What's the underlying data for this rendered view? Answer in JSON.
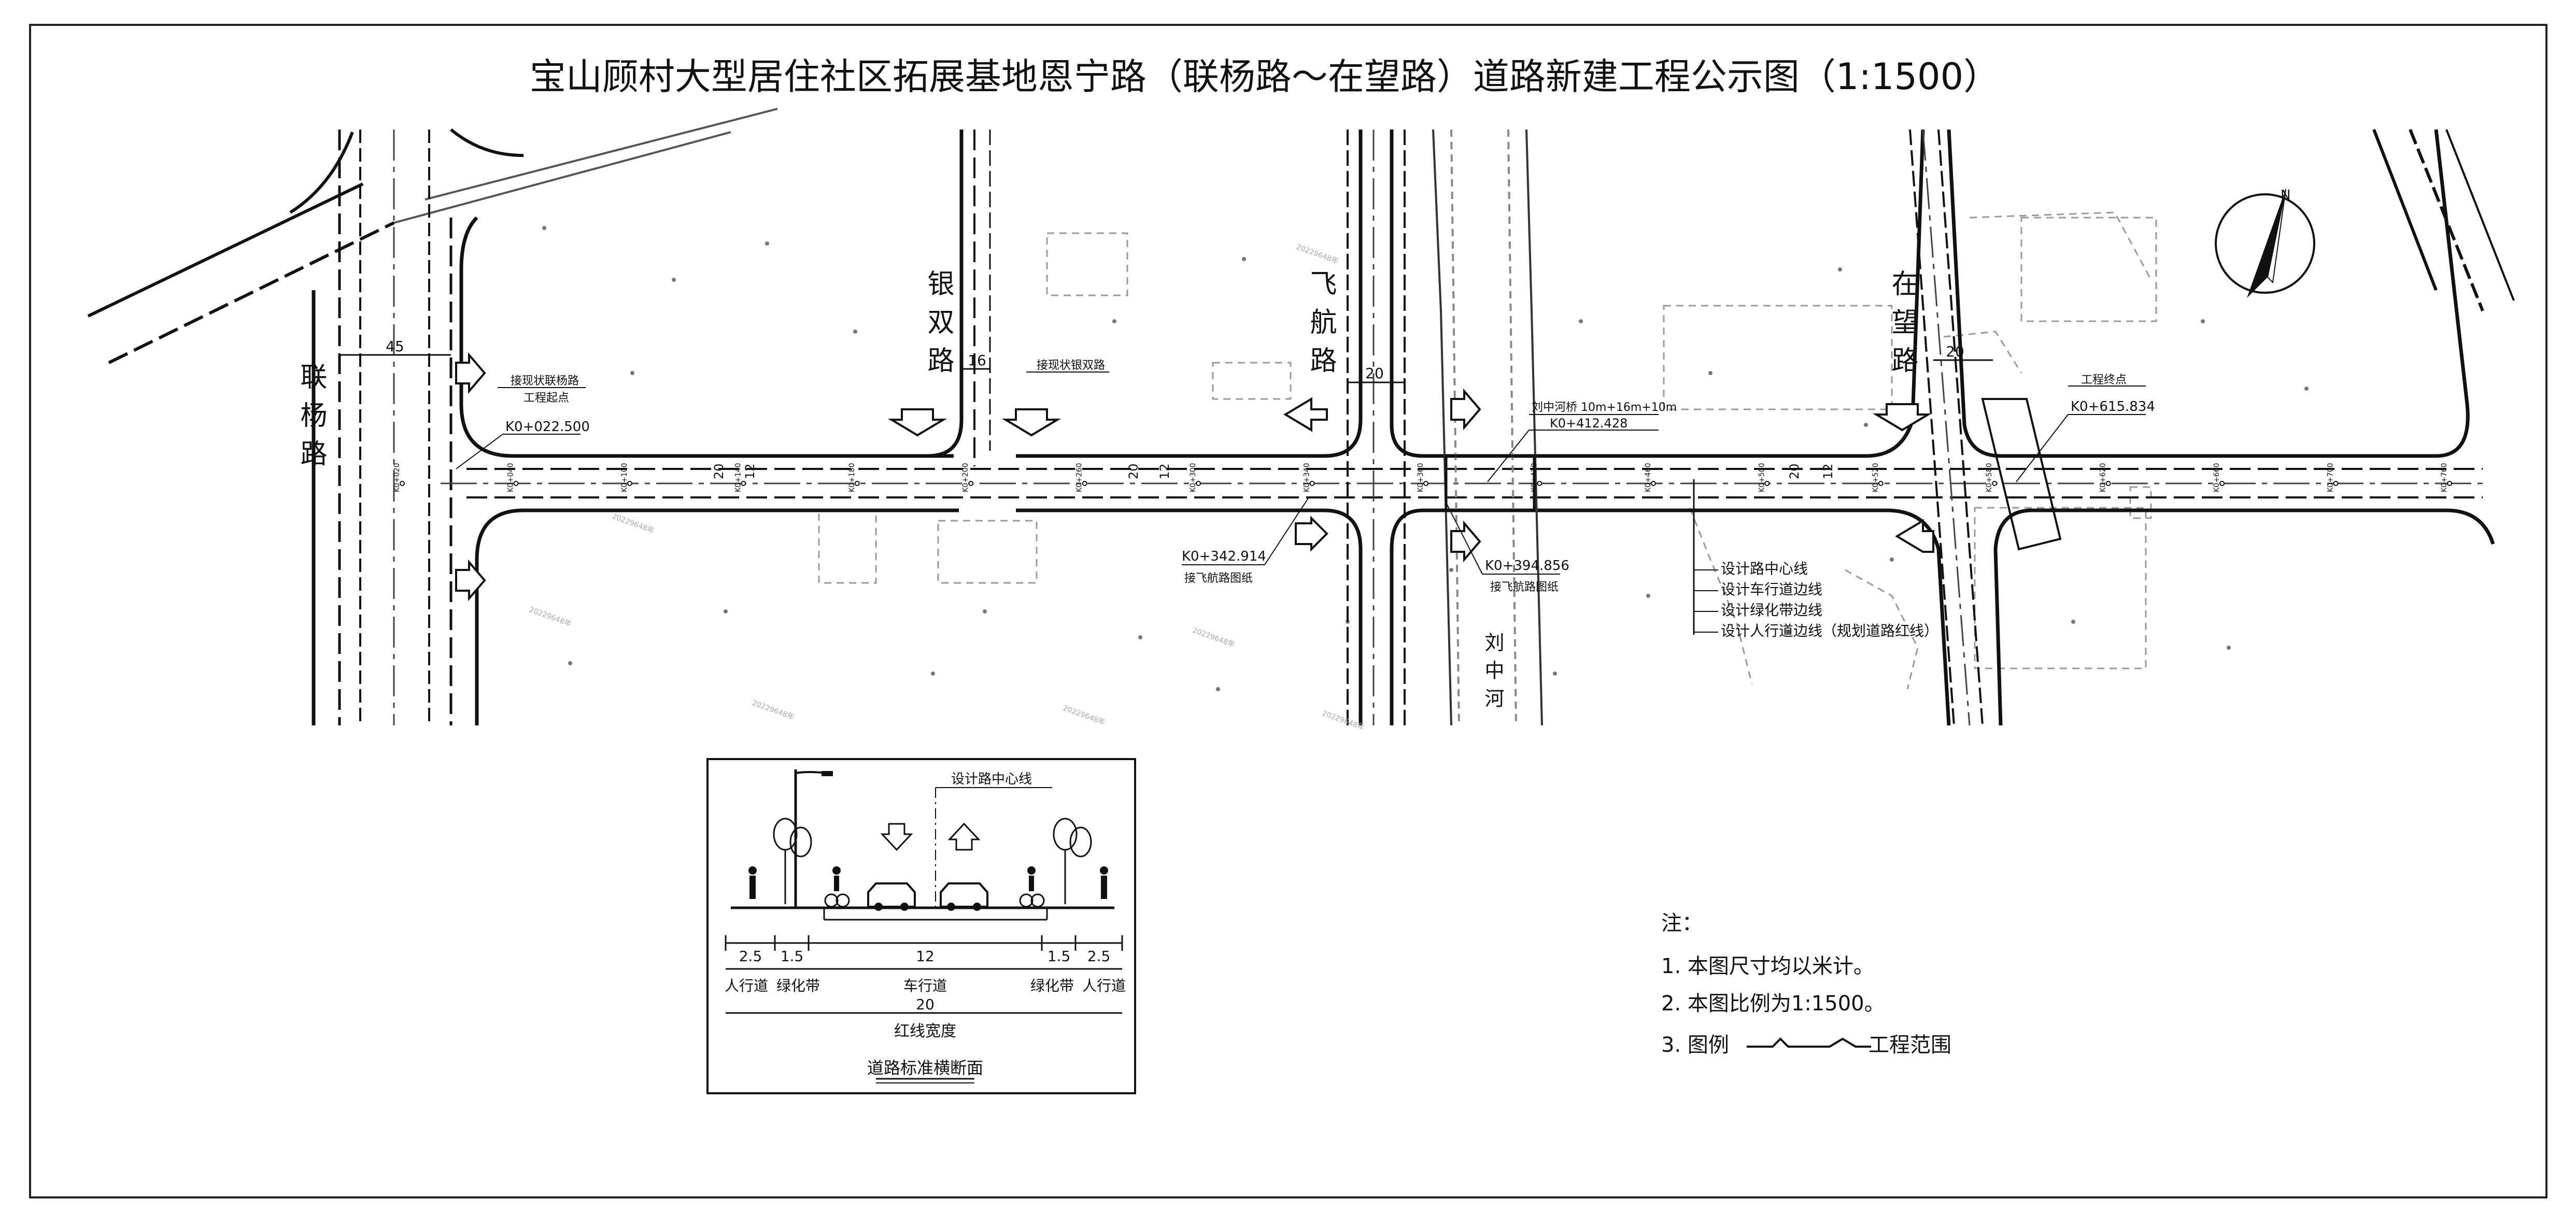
{
  "title": "宝山顾村大型居住社区拓展基地恩宁路（联杨路～在望路）道路新建工程公示图（1:1500）",
  "cross_roads": {
    "lianyang": "联杨路",
    "yinshuang": "银双路",
    "feihang": "飞航路",
    "zaiwang": "在望路",
    "river": "刘中河"
  },
  "dims": {
    "lianyang_width": "45",
    "yinshuang_width": "16",
    "feihang_width": "20",
    "zaiwang_width": "20",
    "main_red_line": "20",
    "main_carriageway": "12"
  },
  "annotations": {
    "start_note": "接现状联杨路",
    "start_label": "工程起点",
    "start_chainage": "K0+022.500",
    "yinshuang_note": "接现状银双路",
    "feihang_left_chainage": "K0+342.914",
    "feihang_left_note": "接飞航路图纸",
    "feihang_right_chainage": "K0+394.856",
    "feihang_right_note": "接飞航路图纸",
    "bridge_note": "刘中河桥 10m+16m+10m",
    "bridge_chainage": "K0+412.428",
    "end_label": "工程终点",
    "end_chainage": "K0+615.834"
  },
  "legend_lines": [
    "设计路中心线",
    "设计车行道边线",
    "设计绿化带边线",
    "设计人行道边线（规划道路红线）"
  ],
  "stations": [
    "K0+020",
    "K0+040",
    "K0+100",
    "K0+140",
    "K0+180",
    "K0+200",
    "K0+260",
    "K0+300",
    "K0+340",
    "K0+360",
    "K0+420",
    "K0+460",
    "K0+500",
    "K0+520",
    "K0+580",
    "K0+620",
    "K0+660",
    "K0+700",
    "K0+760"
  ],
  "watermark": "20229648年",
  "section": {
    "title": "道路标准横断面",
    "centerline_label": "设计路中心线",
    "dims": [
      "2.5",
      "1.5",
      "12",
      "1.5",
      "2.5"
    ],
    "parts": [
      "人行道",
      "绿化带",
      "车行道",
      "绿化带",
      "人行道"
    ],
    "total": "20",
    "total_label": "红线宽度"
  },
  "notes": {
    "heading": "注：",
    "items": [
      "1. 本图尺寸均以米计。",
      "2. 本图比例为1:1500。",
      "3. 图例"
    ],
    "legend_label": "工程范围"
  },
  "north": {
    "label": "N"
  }
}
